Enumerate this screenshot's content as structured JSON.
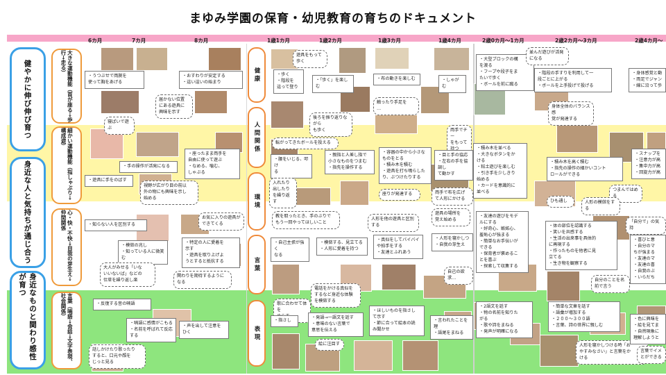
{
  "title": "まゆみ学園の保育・幼児教育の育ちのドキュメント",
  "age_labels": [
    "6カ月",
    "7カ月",
    "8カ月",
    "1歳1カ月",
    "1歳2カ月",
    "1歳3カ月",
    "1歳4カ月",
    "2歳0カ月～1カ月",
    "2歳2カ月～3カ月",
    "2歳4カ月～"
  ],
  "sections": [
    {
      "label": "健やかに伸び伸び育つ"
    },
    {
      "label": "身近な人と気持ちが通じ合う"
    },
    {
      "label": "身近なものと関わり感性が育つ"
    }
  ],
  "subsections": [
    {
      "label": "大きな運動機能（首が座る→歩行→走る）"
    },
    {
      "label": "細かい運動機能（指しゃぶり→構成遊）"
    },
    {
      "label": "心・快・不快→自我の芽生え→仲間関係"
    },
    {
      "label": "言葉（喃語→会話→文字表現、社会関係）"
    }
  ],
  "categories": [
    "健康",
    "人間関係",
    "環境",
    "言葉",
    "表現"
  ],
  "notes": [
    {
      "text": "・うつぶせで両腕を\n使って胸をあげる"
    },
    {
      "text": "寝ぱいで遊ぶ"
    },
    {
      "text": "・おすわりが安定する\n・這い這いの始まり"
    },
    {
      "text": "届かない位置\nにある遊具に\n興味を示す"
    },
    {
      "text": "遊具をもって\n歩く"
    },
    {
      "text": "・歩く\n・階段を\n這って登り"
    },
    {
      "text": "・「歩く」を楽しむ"
    },
    {
      "text": "・布の動きを楽しむ"
    },
    {
      "text": "・しゃがむ"
    },
    {
      "text": "転がってきたボールを投える"
    },
    {
      "text": "触ったり手足を\n…"
    },
    {
      "text": "後ろを振り返りながら\nも歩く"
    },
    {
      "text": "・手の操作が活発になる"
    },
    {
      "text": "・座ったまま両手を\n自由に使って遊ぶ\n・なめる、噛む、\nしゃぶる"
    },
    {
      "text": "・遊具に手をのばす"
    },
    {
      "text": "視野が広がり目の前以\n外の物にも興味を示し\n始める"
    },
    {
      "text": "・腰をいじる、叩け\nる"
    },
    {
      "text": "・親指と人差し指で\n小さなものをつまむ\n・指先を操作する"
    },
    {
      "text": "・容器の中から小さな\nものをとる\n・積み木を積む\n・遊具を打ち鳴らした\nり、ぶつけたりする"
    },
    {
      "text": "両手でチー\nをもって\n持つ"
    },
    {
      "text": "・目と手の協応\n・左右の手を協調し\nて動かす"
    },
    {
      "text": "入れたり\n出したり\nを繰り返\nす"
    },
    {
      "text": "座りが発達する"
    },
    {
      "text": "両手で布を広げ\nて人形にかける"
    },
    {
      "text": "・知らない人を区別する"
    },
    {
      "text": "お気に入りの遊具が\nできてくる"
    },
    {
      "text": "・模倣の兆し\n・知っている人に微笑\nむ"
    },
    {
      "text": "・特定の人に愛着を\n示す\n・遊具を取り上げよ\nうとすると抵抗する"
    },
    {
      "text": "大人がみせる「いな\nいいないば」などの\n仕草を繰り返し楽"
    },
    {
      "text": "関わりを期待するようになる"
    },
    {
      "text": "教を取ったとき、手のぶりで\nもう一回やってほしいこと"
    },
    {
      "text": "人形を他の遊具と区別する"
    },
    {
      "text": "遊具の場所を\n覚え始める"
    },
    {
      "text": "・自己主張が強く\nなる"
    },
    {
      "text": "・模倣する、見立てる\n・人形に愛着を持つ"
    },
    {
      "text": "・真似をしてバイバイ\nや拍手をする\n・友達とふれあう"
    },
    {
      "text": "・人形を寝かしつ\n・自我の芽生え"
    },
    {
      "text": "自己の欲求…"
    },
    {
      "text": "・反復する音の喃語"
    },
    {
      "text": "・喃語に感情がこもる\n・名前を呼ばれて反応\nする"
    },
    {
      "text": "・声を出して注意を\nひく"
    },
    {
      "text": "話しかけたり歌ったり\nすると、口元や顔を\nじっと見る"
    },
    {
      "text": "歌に合わせて体を\nゆらす"
    },
    {
      "text": "電話をかける真似を\nするなど身近な体験\nを模倣する"
    },
    {
      "text": "・指さし"
    },
    {
      "text": "・発語→一語文を話す\n・意味のない言葉で\n意思を伝える"
    },
    {
      "text": "・ほしいものを指さし\nて示す\n・節に合って絵本の読\nみ聞かせ"
    },
    {
      "text": "・言われたことを理\n・語尾をまねる"
    },
    {
      "text": "絵に注目す"
    },
    {
      "text": "・大型ブロックの構\nを渡る\n・フープや段子をま\nたいで歩く\n・ボールを前に蹴る"
    },
    {
      "text": "並んだ遊びが活発\nになる"
    },
    {
      "text": "・階段の手すりを利用して一\n段ごとに上がる\n・ボールを上手投げで投げる"
    },
    {
      "text": "身体全体のバランス感\n覚が発達する"
    },
    {
      "text": "・身体感覚と動\n・両足でジャン\n・線に沿って歩"
    },
    {
      "text": "・積み木を並べる\n・大きなボタンをか\nける\n・粘土遊びを楽しむ\n・引き手を少しきり\n始める\n・カードを意識的に\n並べる"
    },
    {
      "text": "・積み木を高く積む\n・指先の操作の細かいコント\nロールができる"
    },
    {
      "text": "・スナップを\n・注意力が高\n・集中力が高\n・回旋力が高"
    },
    {
      "text": "つまんではめ\nる"
    },
    {
      "text": "ひも通し"
    },
    {
      "text": "人形の模倣をする"
    },
    {
      "text": "・友達の遊びをモデ\nルにする\n・好奇心、嫉妬心、\n羞恥心が強まる\n・簡単なお手伝いが\nできる\n・保育者が褒めるこ\nとを喜ぶ\n・探索して収集する"
    },
    {
      "text": "・体の部位を認識する\n・笑いを共感する\n・生活の出来事を具体的\nに再現する\n・作ったものを他者に見\n立てる\n・生き物を観察する"
    },
    {
      "text": "「自分で」の気持"
    },
    {
      "text": "・喜びと意\n・自分のマ\nちが強まる\n・友達のマ\n・友達の喜\n・自我のぶ\n・いらだち"
    },
    {
      "text": "・2語文を話す\n・物の名前を知りた\nがる\n・歌や詩をまねる\n・発声が明確になる"
    },
    {
      "text": "・簡単な文章を話す\n・語彙が増加する\n・２００～３００語\n・言葉、詩の世界に親しむ"
    },
    {
      "text": "自分のことを名\n前で言う"
    },
    {
      "text": "人形を寝かしつける時「お\nやすみなさい」と言葉をか\nける"
    },
    {
      "text": "・色に興味を\n・絵を見てま\n・自然現象に\n理解しようと"
    },
    {
      "text": "言葉でイメ\nとができる"
    }
  ]
}
